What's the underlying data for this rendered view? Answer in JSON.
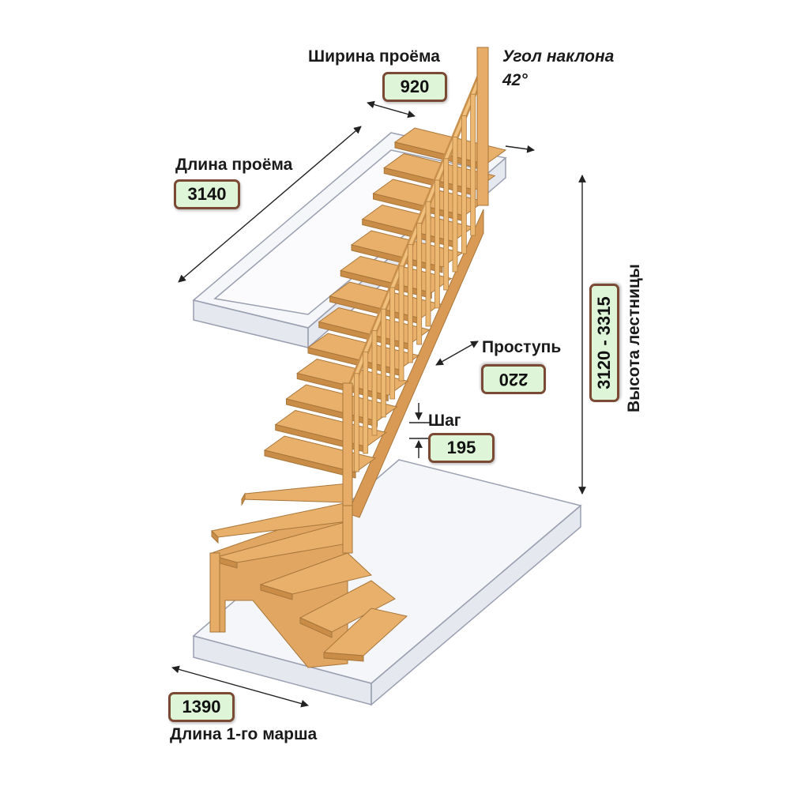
{
  "labels": {
    "opening_width": "Ширина проёма",
    "slope_angle": "Угол наклона",
    "slope_angle_value": "42°",
    "opening_length": "Длина проёма",
    "tread": "Проступь",
    "step": "Шаг",
    "first_flight_length": "Длина 1-го марша",
    "stair_height": "Высота лестницы"
  },
  "values": {
    "opening_width": "920",
    "opening_length": "3140",
    "tread": "220",
    "step": "195",
    "first_flight_length": "1390",
    "stair_height": "3120 - 3315"
  },
  "colors": {
    "wood": "#e8b06a",
    "wood_dark": "#c98d48",
    "badge_fill": "#dff5d8",
    "badge_border": "#7a4a34",
    "glass_edge": "#9aa0b0"
  }
}
